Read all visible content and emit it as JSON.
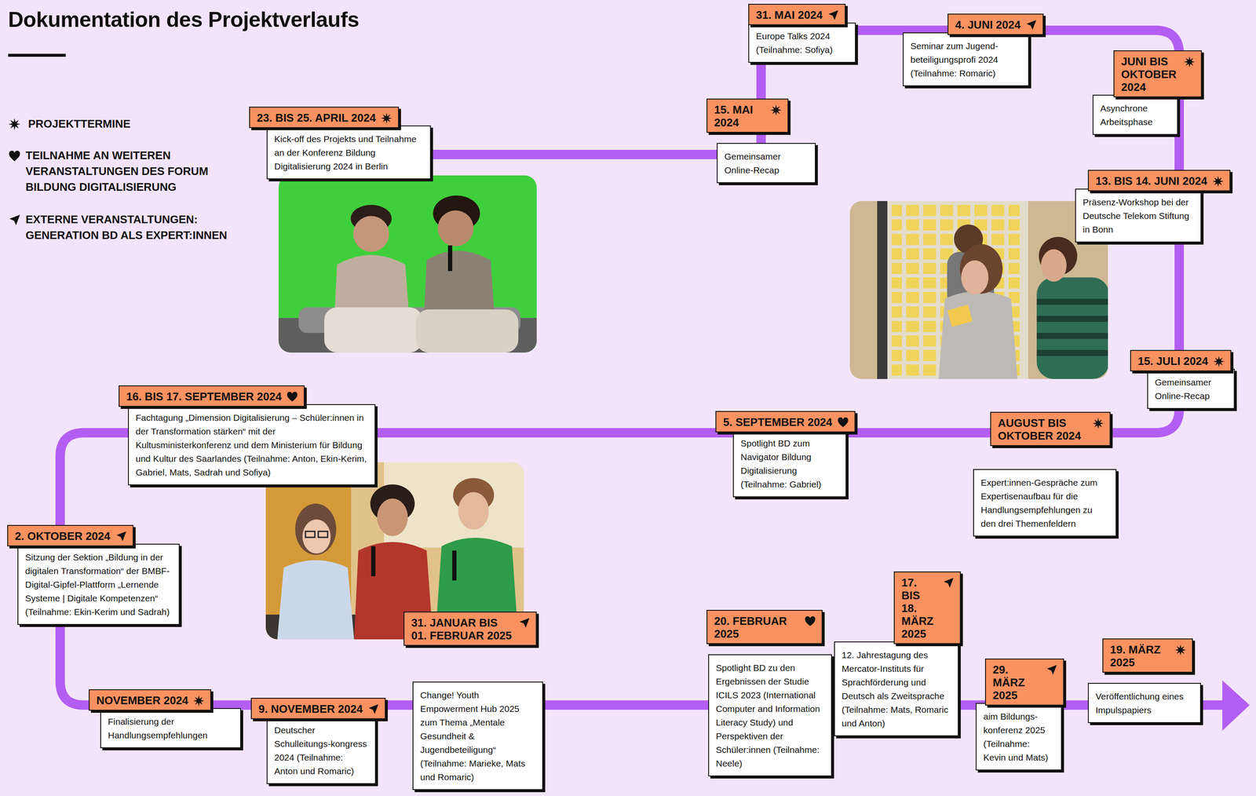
{
  "diagram": {
    "title": "Dokumentation des Projektverlaufs",
    "nodes": [
      {
        "text": [
          "23. BIS 25. APRIL 2024",
          "Kick-off des Projekts und Teilnahme an der Konferenz Bildung Digitalisierung 2024 in Berlin"
        ]
      },
      {
        "text": [
          "15. MAI 2024",
          "Gemeinsamer Online-Recap"
        ]
      },
      {
        "text": [
          "31. MAI 2024",
          "Europe Talks 2024 (Teilnahme: Sofiya)"
        ]
      },
      {
        "text": [
          "4. JUNI 2024",
          "Seminar zum Jugend-beteiligungsprofi 2024 (Teilnahme: Romaric)"
        ]
      },
      {
        "text": [
          "JUNI BIS OKTOBER 2024",
          "Asynchrone Arbeitsphase"
        ]
      },
      {
        "text": [
          "13. BIS 14. JUNI 2024",
          "Präsenz-Workshop bei der Deutsche Telekom Stiftung in Bonn"
        ]
      },
      {
        "text": [
          "15. JULI 2024",
          "Gemeinsamer Online-Recap"
        ]
      },
      {
        "text": [
          "AUGUST BIS OKTOBER 2024",
          "Expert:innen-Gespräche zum Expertisenaufbau für die Handlungsempfehlungen zu den drei Themenfeldern"
        ]
      },
      {
        "text": [
          "5. SEPTEMBER 2024",
          "Spotlight BD zum Navigator Bildung Digitalisierung (Teilnahme: Gabriel)"
        ]
      },
      {
        "text": [
          "16. BIS 17. SEPTEMBER 2024",
          "Fachtagung „Dimension Digitalisierung – Schüler:innen in der Transformation stärken“ mit der Kultusministerkonferenz und dem Ministerium für Bildung und Kultur des Saarlandes (Teilnahme: Anton, Ekin-Kerim, Gabriel, Mats, Sadrah und Sofiya)"
        ]
      },
      {
        "text": [
          "2. OKTOBER 2024",
          "Sitzung der Sektion „Bildung in der digitalen Transformation“ der BMBF-Digital-Gipfel-Plattform „Lernende Systeme | Digitale Kompetenzen“ (Teilnahme: Ekin-Kerim und Sadrah)"
        ]
      },
      {
        "text": [
          "NOVEMBER 2024",
          "Finalisierung der Handlungsempfehlungen"
        ]
      },
      {
        "text": [
          "9. NOVEMBER 2024",
          "Deutscher Schulleitungs-kongress 2024 (Teilnahme: Anton und Romaric)"
        ]
      },
      {
        "text": [
          "31. JANUAR BIS 01. FEBRUAR 2025",
          "Change! Youth Empowerment Hub 2025 zum Thema „Mentale Gesundheit & Jugendbeteiligung“ (Teilnahme: Marieke, Mats und Romaric)"
        ]
      },
      {
        "text": [
          "20. FEBRUAR 2025",
          "Spotlight BD zu den Ergebnissen der Studie ICILS 2023 (International Computer and Information Literacy Study) und Perspektiven der Schüler:innen (Teilnahme: Neele)"
        ]
      },
      {
        "text": [
          "17. BIS 18. MÄRZ 2025",
          "12. Jahrestagung des Mercator-Instituts für Sprachförderung und Deutsch als Zweitsprache (Teilnahme: Mats, Romaric und Anton)"
        ]
      },
      {
        "text": [
          "29. MÄRZ 2025",
          "aim Bildungs-konferenz 2025 (Teilnahme: Kevin und Mats)"
        ]
      },
      {
        "text": [
          "19. MÄRZ 2025",
          "Veröffentlichung eines Impulspapiers"
        ]
      }
    ],
    "legend": [
      {
        "text": "PROJEKTTERMINE"
      },
      {
        "text": "TEILNAHME AN WEITEREN VERANSTALTUNGEN DES FORUM BILDUNG DIGITALISIERUNG"
      },
      {
        "text": "EXTERNE VERANSTALTUNGEN: GENERATION BD ALS EXPERT:INNEN"
      }
    ]
  }
}
